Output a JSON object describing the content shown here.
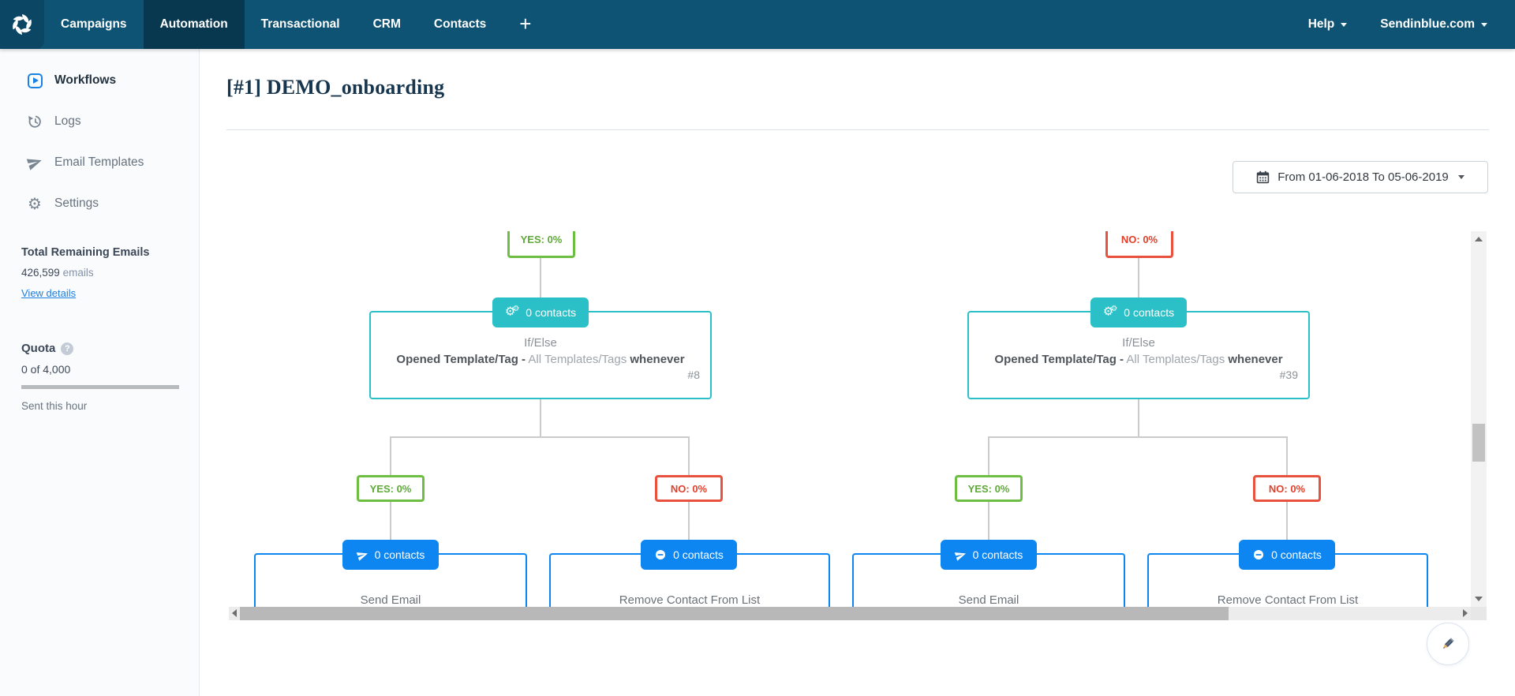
{
  "nav": {
    "items": [
      {
        "label": "Campaigns"
      },
      {
        "label": "Automation",
        "active": true
      },
      {
        "label": "Transactional"
      },
      {
        "label": "CRM"
      },
      {
        "label": "Contacts"
      }
    ],
    "plus_glyph": "+",
    "help_label": "Help",
    "account_label": "Sendinblue.com"
  },
  "sidebar": {
    "items": [
      {
        "label": "Workflows",
        "icon": "play-square-icon",
        "active": true
      },
      {
        "label": "Logs",
        "icon": "history-icon"
      },
      {
        "label": "Email Templates",
        "icon": "paper-plane-icon"
      },
      {
        "label": "Settings",
        "icon": "gear-icon"
      }
    ],
    "remaining": {
      "title": "Total Remaining Emails",
      "count": "426,599",
      "unit": "emails",
      "link": "View details"
    },
    "quota": {
      "title": "Quota",
      "help_glyph": "?",
      "value": "0 of 4,000",
      "caption": "Sent this hour"
    }
  },
  "main": {
    "title": "[#1] DEMO_onboarding",
    "date_filter": {
      "label": "From 01-06-2018 To 05-06-2019",
      "icon": "calendar-icon"
    }
  },
  "workflow": {
    "branches": [
      {
        "top_label": "YES: 0%",
        "condition": {
          "badge": "0 contacts",
          "icon": "cogs-icon",
          "line1": "If/Else",
          "bold1": "Opened Template/Tag -",
          "muted": "All Templates/Tags",
          "bold2": "whenever",
          "ref": "#8"
        },
        "yes_label": "YES: 0%",
        "no_label": "NO: 0%",
        "send": {
          "badge": "0 contacts",
          "icon": "paper-plane-icon",
          "label": "Send Email"
        },
        "remove": {
          "badge": "0 contacts",
          "icon": "minus-circle-icon",
          "label": "Remove Contact From List"
        }
      },
      {
        "top_label": "NO: 0%",
        "condition": {
          "badge": "0 contacts",
          "icon": "cogs-icon",
          "line1": "If/Else",
          "bold1": "Opened Template/Tag -",
          "muted": "All Templates/Tags",
          "bold2": "whenever",
          "ref": "#39"
        },
        "yes_label": "YES: 0%",
        "no_label": "NO: 0%",
        "send": {
          "badge": "0 contacts",
          "icon": "paper-plane-icon",
          "label": "Send Email"
        },
        "remove": {
          "badge": "0 contacts",
          "icon": "minus-circle-icon",
          "label": "Remove Contact From List"
        }
      }
    ]
  },
  "colors": {
    "nav_bg": "#0E5373",
    "nav_active_bg": "#083850",
    "accent_blue": "#0D86F1",
    "teal": "#2BC0C7",
    "yes_green": "#6EBE44",
    "no_red": "#E8513D",
    "link_blue": "#1E7EDF",
    "sidebar_icon_active": "#1A82E2"
  }
}
